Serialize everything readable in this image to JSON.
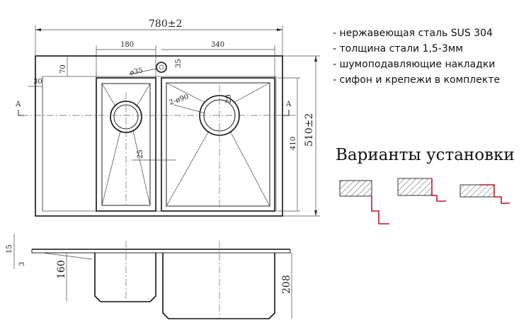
{
  "features": [
    "- нержавеющая сталь SUS 304",
    "- толщина стали 1,5-3мм",
    "- шумоподавляющие накладки",
    "- сифон и крепежи в комплекте"
  ],
  "install_title": "Варианты установки",
  "dimensions": {
    "overall_width": "780±2",
    "small_bowl_width": "180",
    "large_bowl_width": "340",
    "offset_70": "70",
    "overflow_dia": "ø35",
    "overflow_35": "35",
    "offset_30": "30",
    "drain_dia": "2-ø90",
    "radius_20": "20",
    "gap_25": "25",
    "bowl_length": "410",
    "overall_length": "510±2",
    "section_mark_left": "A",
    "section_mark_right": "A",
    "rim_15": "15",
    "rim_3": "3",
    "depth_small": "160",
    "depth_large": "208"
  },
  "colors": {
    "line": "#222222",
    "accent_red": "#c0152a"
  }
}
